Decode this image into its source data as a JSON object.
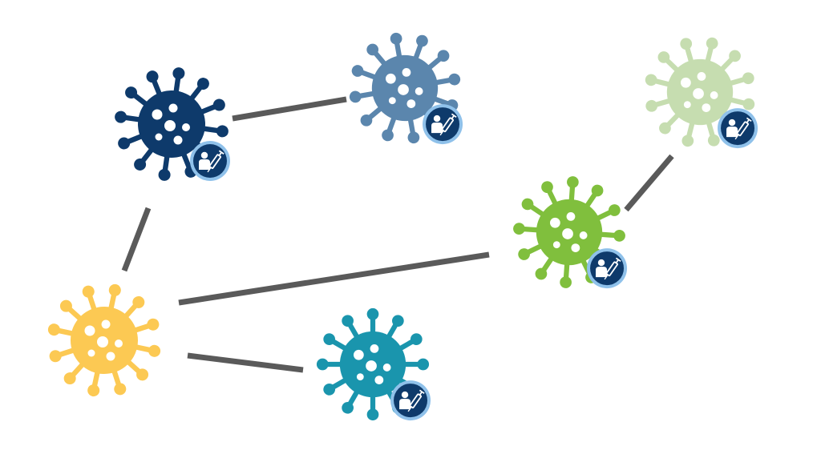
{
  "diagram": {
    "node_type": "virus",
    "badge_icon": "vaccine-syringe-icon",
    "nodes": [
      {
        "id": "virus-navy",
        "color": "#0e3a6b",
        "has_badge": true
      },
      {
        "id": "virus-steel-blue",
        "color": "#5b86ad",
        "has_badge": true
      },
      {
        "id": "virus-pale-green",
        "color": "#c6ddb0",
        "has_badge": true
      },
      {
        "id": "virus-lime",
        "color": "#80bf3d",
        "has_badge": true
      },
      {
        "id": "virus-yellow",
        "color": "#fcc953",
        "has_badge": false
      },
      {
        "id": "virus-teal",
        "color": "#1a95ad",
        "has_badge": true
      }
    ],
    "edges": [
      {
        "from": "virus-navy",
        "to": "virus-steel-blue"
      },
      {
        "from": "virus-navy",
        "to": "virus-yellow"
      },
      {
        "from": "virus-yellow",
        "to": "virus-lime"
      },
      {
        "from": "virus-yellow",
        "to": "virus-teal"
      },
      {
        "from": "virus-lime",
        "to": "virus-pale-green"
      }
    ],
    "colors": {
      "edge": "#5a5a5a",
      "badge_fill": "#0e3a6b",
      "badge_ring": "#8fc1ea",
      "badge_glyph": "#ffffff"
    }
  }
}
